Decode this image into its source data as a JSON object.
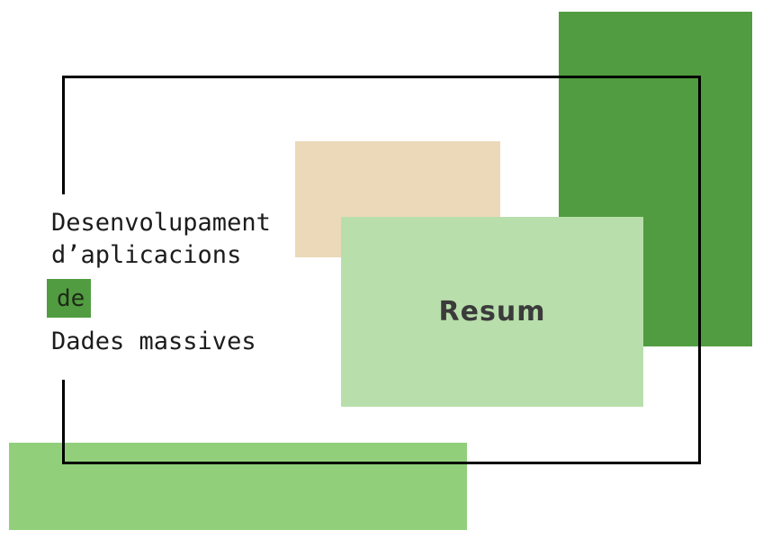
{
  "slide": {
    "title": {
      "line1": "Desenvolupament",
      "line2": "d’aplicacions",
      "connector": "de",
      "line3": "Dades massives"
    },
    "summary_card": {
      "label": "Resum"
    },
    "colors": {
      "background": "#ffffff",
      "dark_green": "#519c40",
      "medium_green": "#91cf7b",
      "light_green": "#b8dfab",
      "beige": "#ecd9b9",
      "frame": "#000000",
      "title_text": "#1c1c1c",
      "card_text": "#3b3b3b"
    }
  }
}
